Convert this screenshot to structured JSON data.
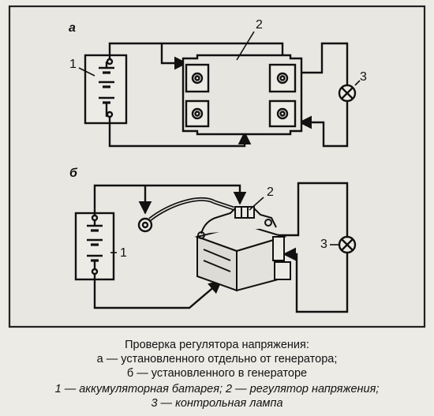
{
  "panel_a": {
    "letter": "а",
    "battery_label": "1",
    "regulator_label": "2",
    "lamp_label": "3"
  },
  "panel_b": {
    "letter": "б",
    "battery_label": "1",
    "regulator_label": "2",
    "lamp_label": "3"
  },
  "caption": {
    "title": "Проверка регулятора напряжения:",
    "line_a": "а — установленного отдельно от генератора;",
    "line_b": "б — установленного в генераторе",
    "legend_1": "1 — аккумуляторная батарея; 2 — регулятор напряжения;",
    "legend_2": "3 — контрольная лампа"
  }
}
